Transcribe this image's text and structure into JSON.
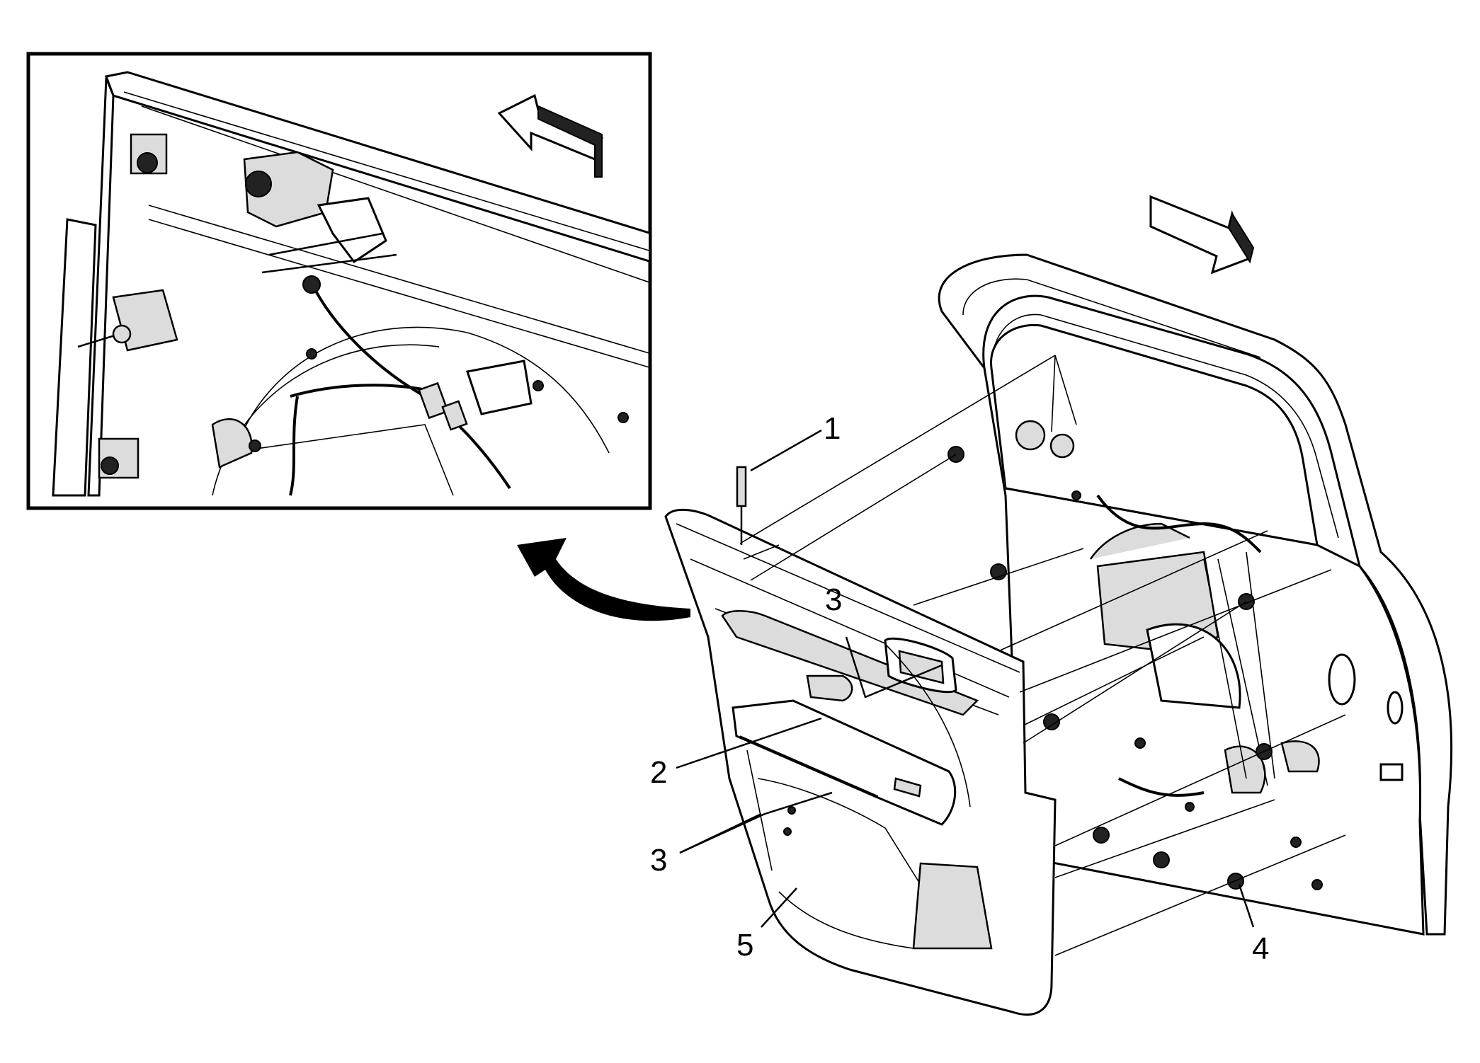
{
  "figure": {
    "callouts": [
      {
        "id": "c1",
        "text": "1"
      },
      {
        "id": "c3-top",
        "text": "3"
      },
      {
        "id": "c2",
        "text": "2"
      },
      {
        "id": "c3-lower",
        "text": "3"
      },
      {
        "id": "c5",
        "text": "5"
      },
      {
        "id": "c4",
        "text": "4"
      }
    ]
  }
}
